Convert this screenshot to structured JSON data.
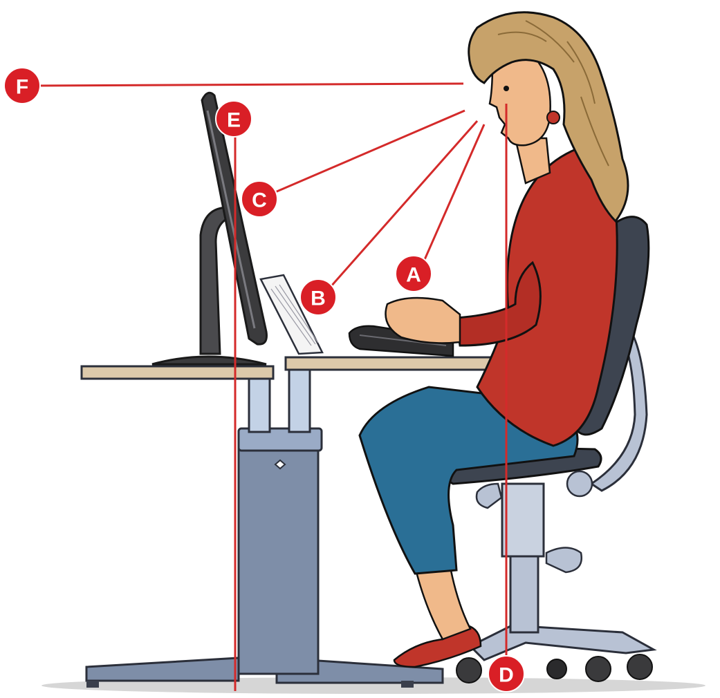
{
  "diagram": {
    "markers": [
      {
        "id": "A",
        "label": "A"
      },
      {
        "id": "B",
        "label": "B"
      },
      {
        "id": "C",
        "label": "C"
      },
      {
        "id": "D",
        "label": "D"
      },
      {
        "id": "E",
        "label": "E"
      },
      {
        "id": "F",
        "label": "F"
      }
    ],
    "colors": {
      "marker": "#d91f26",
      "line": "#d42a2a",
      "desk_top": "#dcc9aa",
      "desk_metal": "#7e8ea8",
      "chair_frame": "#b8c2d4",
      "jacket": "#c0352a",
      "jeans": "#2a6f96",
      "hair": "#c7a26a",
      "skin": "#f0b98a",
      "monitor": "#3b3b3d"
    }
  }
}
